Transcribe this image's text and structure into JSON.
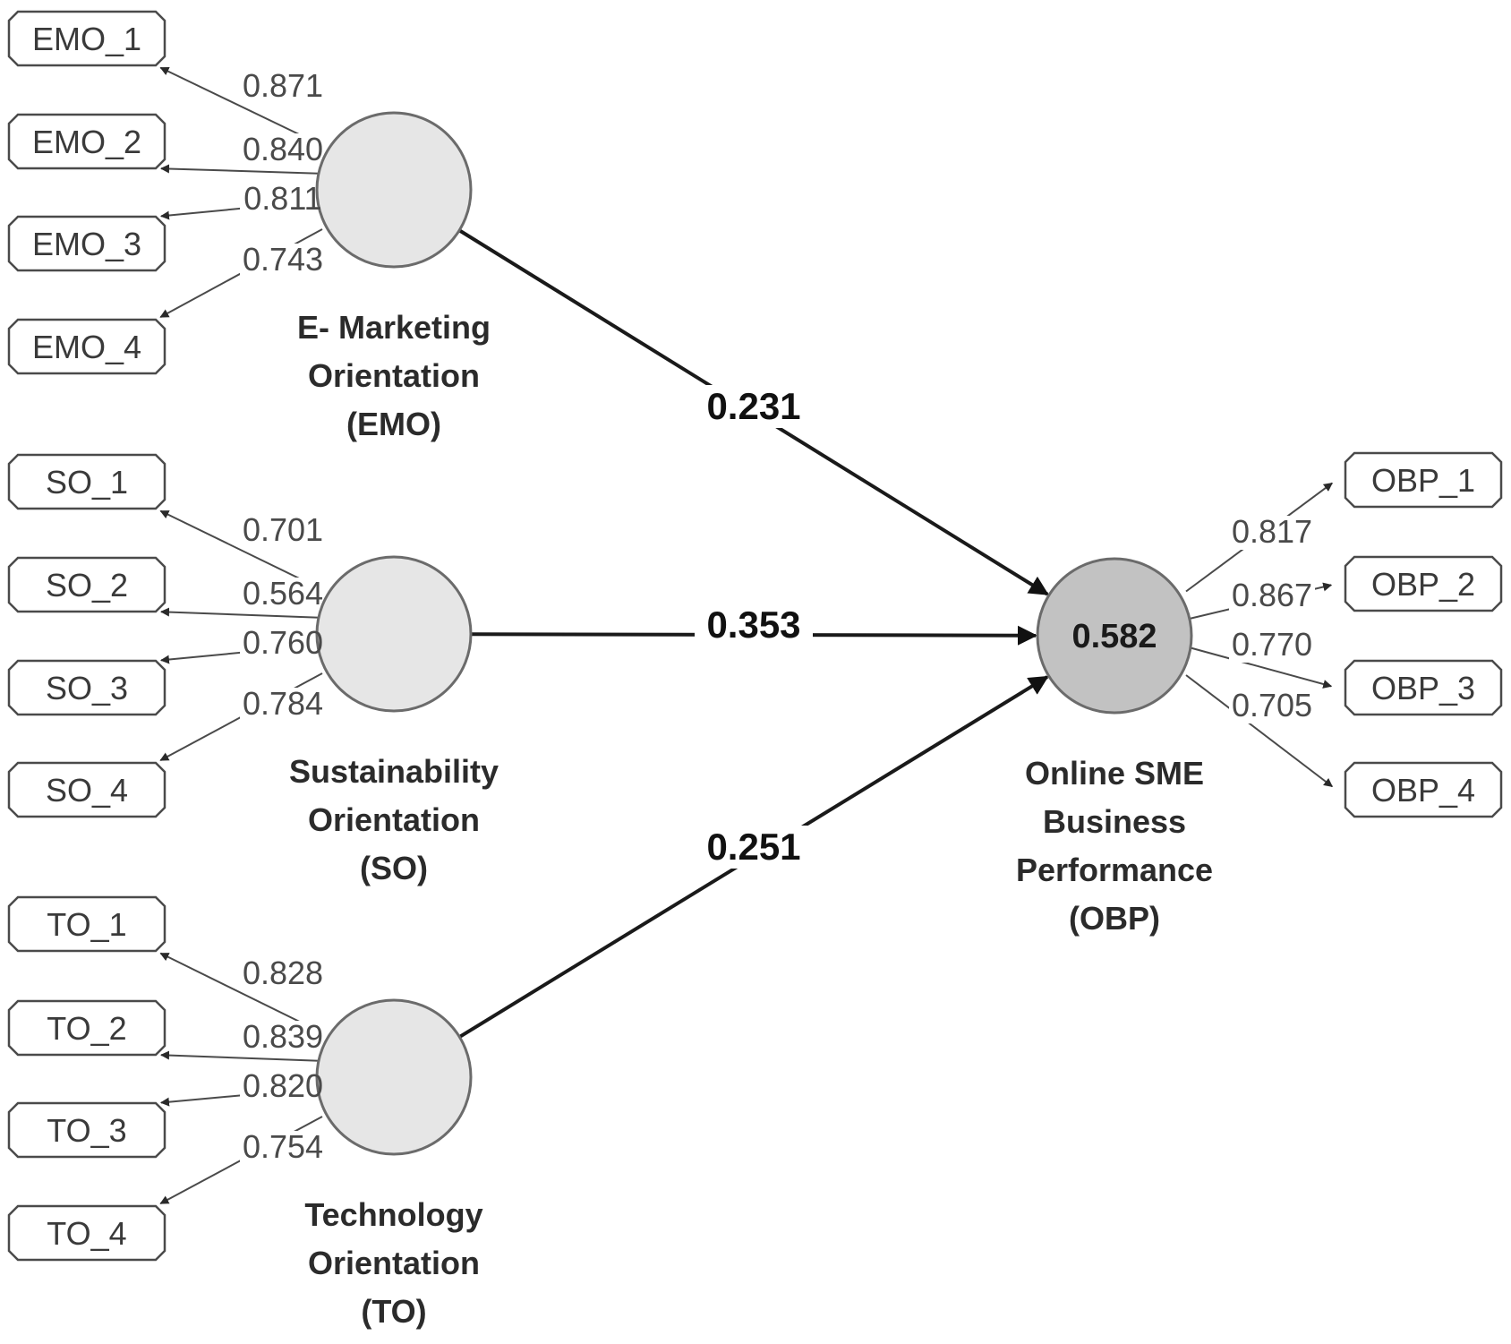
{
  "colors": {
    "exogenous_fill": "#e6e6e6",
    "endogenous_fill": "#c2c2c2",
    "line": "#1a1a1a"
  },
  "constructs": {
    "emo": {
      "label_lines": [
        "E- Marketing",
        "Orientation",
        "(EMO)"
      ],
      "indicators": [
        "EMO_1",
        "EMO_2",
        "EMO_3",
        "EMO_4"
      ],
      "loadings": [
        "0.871",
        "0.840",
        "0.811",
        "0.743"
      ]
    },
    "so": {
      "label_lines": [
        "Sustainability",
        "Orientation",
        "(SO)"
      ],
      "indicators": [
        "SO_1",
        "SO_2",
        "SO_3",
        "SO_4"
      ],
      "loadings": [
        "0.701",
        "0.564",
        "0.760",
        "0.784"
      ]
    },
    "to": {
      "label_lines": [
        "Technology",
        "Orientation",
        "(TO)"
      ],
      "indicators": [
        "TO_1",
        "TO_2",
        "TO_3",
        "TO_4"
      ],
      "loadings": [
        "0.828",
        "0.839",
        "0.820",
        "0.754"
      ]
    },
    "obp": {
      "label_lines": [
        "Online SME",
        "Business",
        "Performance",
        "(OBP)"
      ],
      "r_squared": "0.582",
      "indicators": [
        "OBP_1",
        "OBP_2",
        "OBP_3",
        "OBP_4"
      ],
      "loadings": [
        "0.817",
        "0.867",
        "0.770",
        "0.705"
      ]
    }
  },
  "paths": {
    "emo_obp": "0.231",
    "so_obp": "0.353",
    "to_obp": "0.251"
  }
}
